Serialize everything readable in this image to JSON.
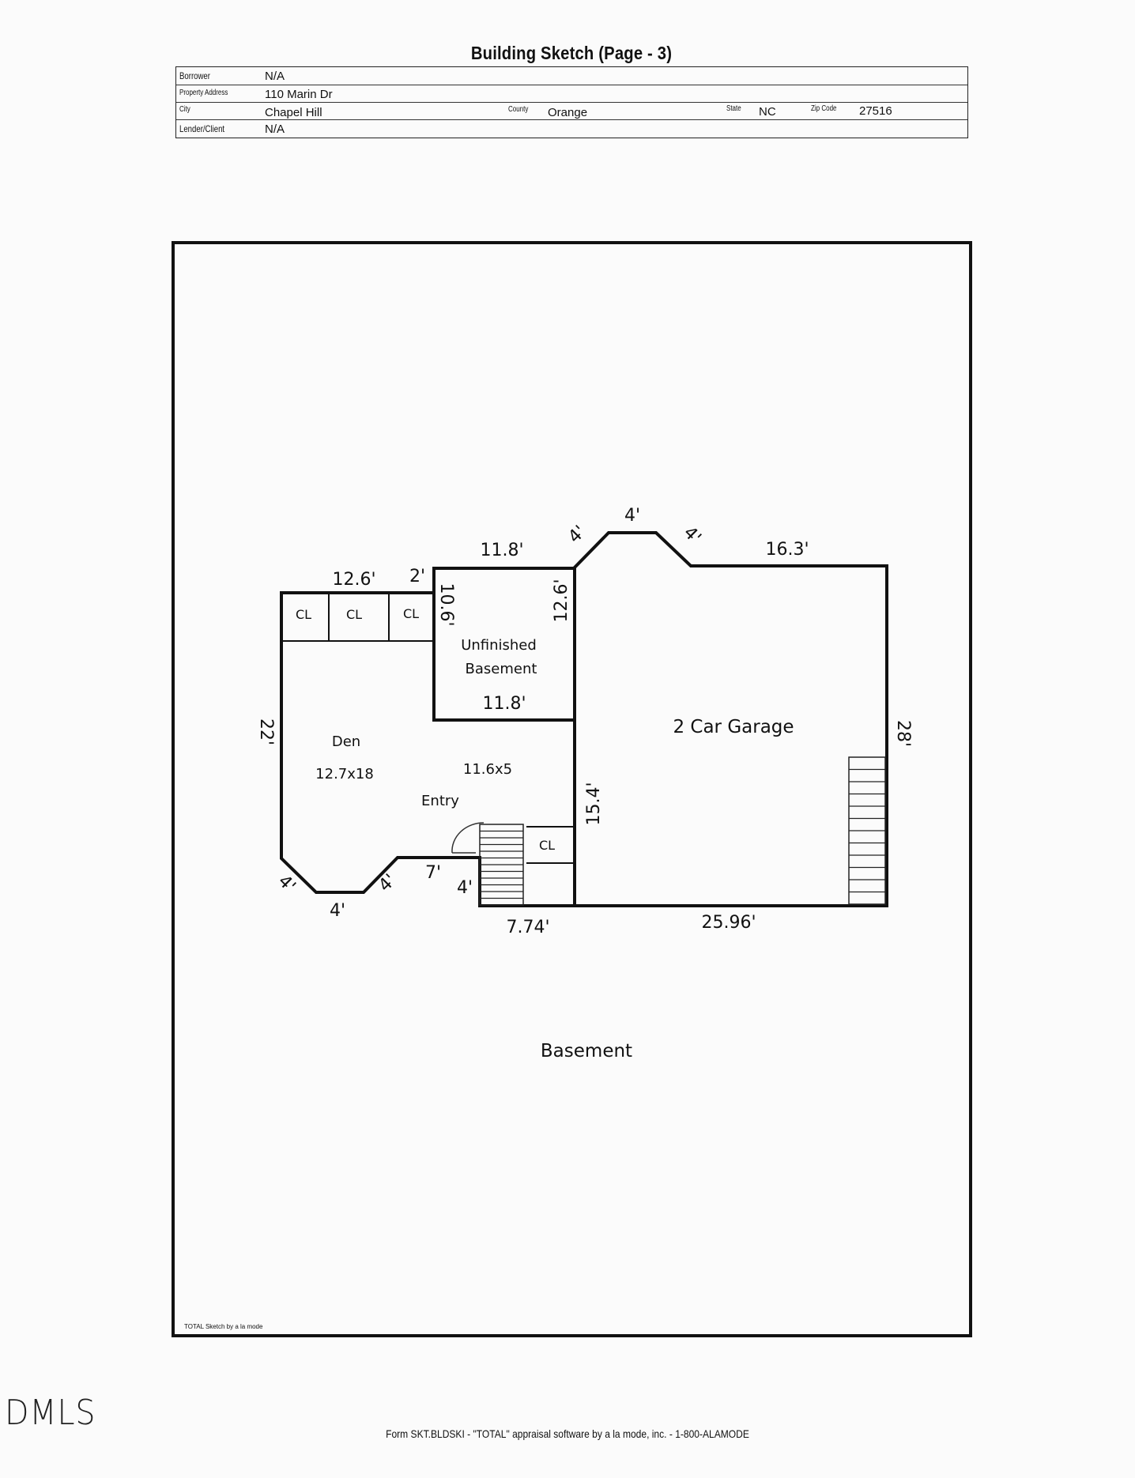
{
  "header": {
    "title": "Building Sketch (Page - 3)"
  },
  "info": {
    "borrower_label": "Borrower",
    "borrower": "N/A",
    "address_label": "Property Address",
    "address": "110 Marin Dr",
    "city_label": "City",
    "city": "Chapel Hill",
    "county_label": "County",
    "county": "Orange",
    "state_label": "State",
    "state": "NC",
    "zip_label": "Zip Code",
    "zip": "27516",
    "lender_label": "Lender/Client",
    "lender": "N/A"
  },
  "sketch": {
    "level_label": "Basement",
    "credit": "TOTAL Sketch by a la mode",
    "rooms": {
      "den": "Den",
      "den_size": "12.7x18",
      "entry": "Entry",
      "entry_size": "11.6x5",
      "unfinished_1": "Unfinished",
      "unfinished_2": "Basement",
      "garage": "2 Car Garage",
      "closet": "CL"
    },
    "dimensions": {
      "den_top": "12.6'",
      "den_top_jog": "2'",
      "den_left": "22'",
      "den_diag_left": "4'",
      "den_bottom": "4'",
      "den_diag_right": "4'",
      "entry_bottom": "7'",
      "entry_step": "4'",
      "bottom_left": "7.74'",
      "unfinished_top": "11.8'",
      "unfinished_left": "10.6'",
      "unfinished_right": "12.6'",
      "unfinished_bottom": "11.8'",
      "bay_diag_left": "4'",
      "bay_top": "4'",
      "bay_diag_right": "4'",
      "garage_top": "16.3'",
      "garage_right": "28'",
      "garage_bottom": "25.96'",
      "garage_left": "15.4'"
    }
  },
  "footer": {
    "text": "Form SKT.BLDSKI - \"TOTAL\" appraisal software by a la mode, inc. - 1-800-ALAMODE"
  },
  "watermark": "DMLS"
}
